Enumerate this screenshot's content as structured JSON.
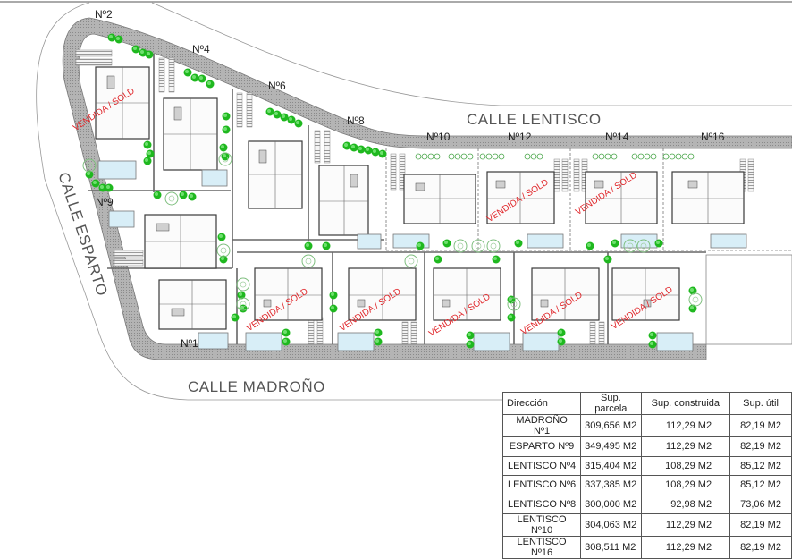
{
  "plan": {
    "streets": {
      "lentisco": "CALLE LENTISCO",
      "madrono": "CALLE MADROÑO",
      "esparto": "CALLE ESPARTO"
    },
    "lots": [
      {
        "id": "n2",
        "label": "Nº2",
        "sold": true
      },
      {
        "id": "n4",
        "label": "Nº4",
        "sold": false
      },
      {
        "id": "n6",
        "label": "Nº6",
        "sold": false
      },
      {
        "id": "n8",
        "label": "Nº8",
        "sold": false
      },
      {
        "id": "n10",
        "label": "Nº10",
        "sold": false
      },
      {
        "id": "n12",
        "label": "Nº12",
        "sold": true
      },
      {
        "id": "n14",
        "label": "Nº14",
        "sold": true
      },
      {
        "id": "n16",
        "label": "Nº16",
        "sold": false
      },
      {
        "id": "n9",
        "label": "Nº9",
        "sold": false
      },
      {
        "id": "n1",
        "label": "Nº1",
        "sold": false
      }
    ],
    "sold_label": "VENDIDA / SOLD",
    "colors": {
      "road": "#a9a9a9",
      "road_edge": "#7a7a7a",
      "wall": "#555555",
      "pool": "#d8eef7",
      "tree": "#1fb81f",
      "sold_text": "#e0262a",
      "street_text": "#555555"
    }
  },
  "table": {
    "headers": [
      "Dirección",
      "Sup. parcela",
      "Sup. construida",
      "Sup. útil"
    ],
    "rows": [
      [
        "MADROÑO Nº1",
        "309,656 M2",
        "112,29 M2",
        "82,19 M2"
      ],
      [
        "ESPARTO Nº9",
        "349,495 M2",
        "112,29 M2",
        "82,19 M2"
      ],
      [
        "LENTISCO Nº4",
        "315,404 M2",
        "108,29 M2",
        "85,12 M2"
      ],
      [
        "LENTISCO Nº6",
        "337,385 M2",
        "108,29 M2",
        "85,12 M2"
      ],
      [
        "LENTISCO Nº8",
        "300,000 M2",
        "92,98 M2",
        "73,06 M2"
      ],
      [
        "LENTISCO Nº10",
        "304,063 M2",
        "112,29 M2",
        "82,19 M2"
      ],
      [
        "LENTISCO Nº16",
        "308,511 M2",
        "112,29 M2",
        "82,19 M2"
      ]
    ]
  }
}
